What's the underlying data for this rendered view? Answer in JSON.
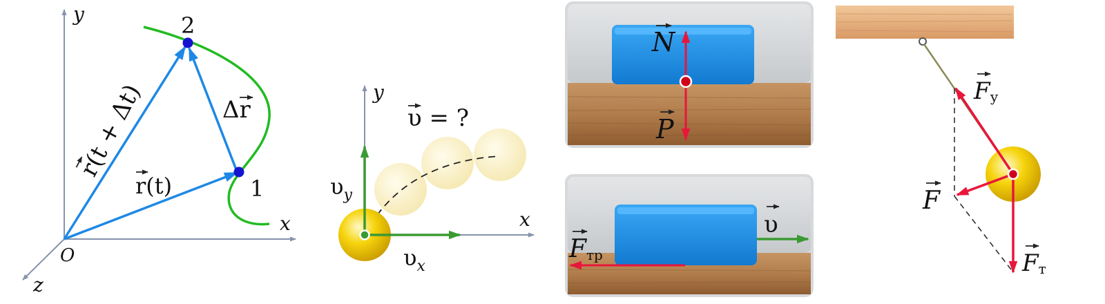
{
  "kinematics": {
    "axis_y": "y",
    "axis_x": "x",
    "axis_z": "z",
    "origin": "O",
    "point_1": "1",
    "point_2": "2",
    "r_t": "r(t)",
    "r_t_dt": "r(t + Δt)",
    "delta_r": "Δr"
  },
  "projectile": {
    "axis_y": "y",
    "axis_x": "x",
    "question": "υ = ?",
    "vy_sym": "υ",
    "vy_sub": "y",
    "vx_sym": "υ",
    "vx_sub": "x"
  },
  "block_rest": {
    "normal": "N",
    "weight": "P"
  },
  "block_friction": {
    "friction_sym": "F",
    "friction_sub": "тр",
    "velocity": "υ"
  },
  "pendulum": {
    "tension_sym": "F",
    "tension_sub": "у",
    "resultant": "F",
    "gravity_sym": "F",
    "gravity_sub": "т"
  },
  "colors": {
    "vector_blue": "#1e88e5",
    "curve_green": "#22bb22",
    "force_red": "#e8163b",
    "velocity_green": "#3a9a32",
    "axis_gray": "#8593ad",
    "block_blue": "#1d8fe6",
    "point_blue": "#1414d0"
  }
}
